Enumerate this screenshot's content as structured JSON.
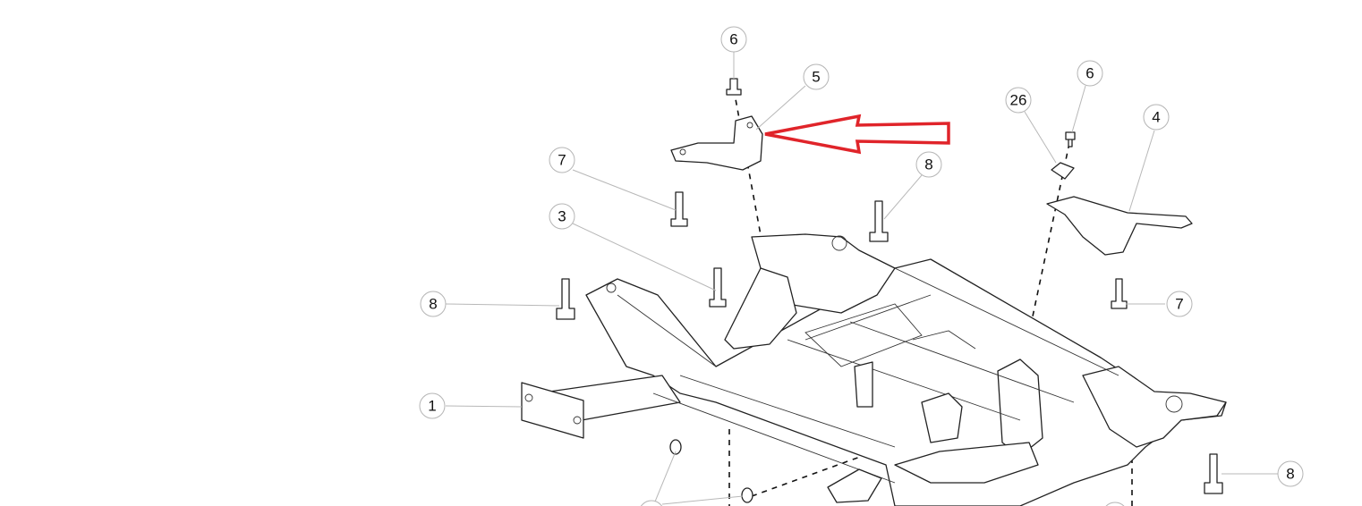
{
  "diagram": {
    "callouts": [
      {
        "id": "c6a",
        "label": "6"
      },
      {
        "id": "c5",
        "label": "5"
      },
      {
        "id": "c26",
        "label": "26"
      },
      {
        "id": "c6b",
        "label": "6"
      },
      {
        "id": "c4",
        "label": "4"
      },
      {
        "id": "c7a",
        "label": "7"
      },
      {
        "id": "c8a",
        "label": "8"
      },
      {
        "id": "c3",
        "label": "3"
      },
      {
        "id": "c8b",
        "label": "8"
      },
      {
        "id": "c7b",
        "label": "7"
      },
      {
        "id": "c1",
        "label": "1"
      },
      {
        "id": "c8c",
        "label": "8"
      }
    ],
    "arrow_color": "#e0242a"
  }
}
